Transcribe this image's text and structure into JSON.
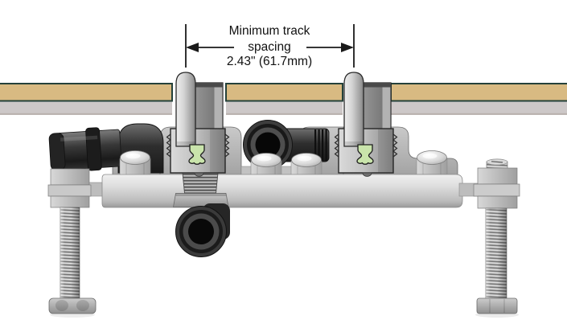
{
  "annotation": {
    "line1": "Minimum track",
    "line2": "spacing",
    "line3": "2.43\" (61.7mm)"
  },
  "colors": {
    "tabletop_tan": "#d8ba82",
    "tabletop_edge": "#24413a",
    "underlay_gray": "#cdc8c8",
    "underlay_edge": "#b9b1ae",
    "seal_green": "#c9e4ab",
    "dimension_line": "#1a1a1a",
    "fitting_dark": "#2b2b2b",
    "metal_light": "#e8e8e8",
    "metal_mid": "#b7b7b7"
  }
}
